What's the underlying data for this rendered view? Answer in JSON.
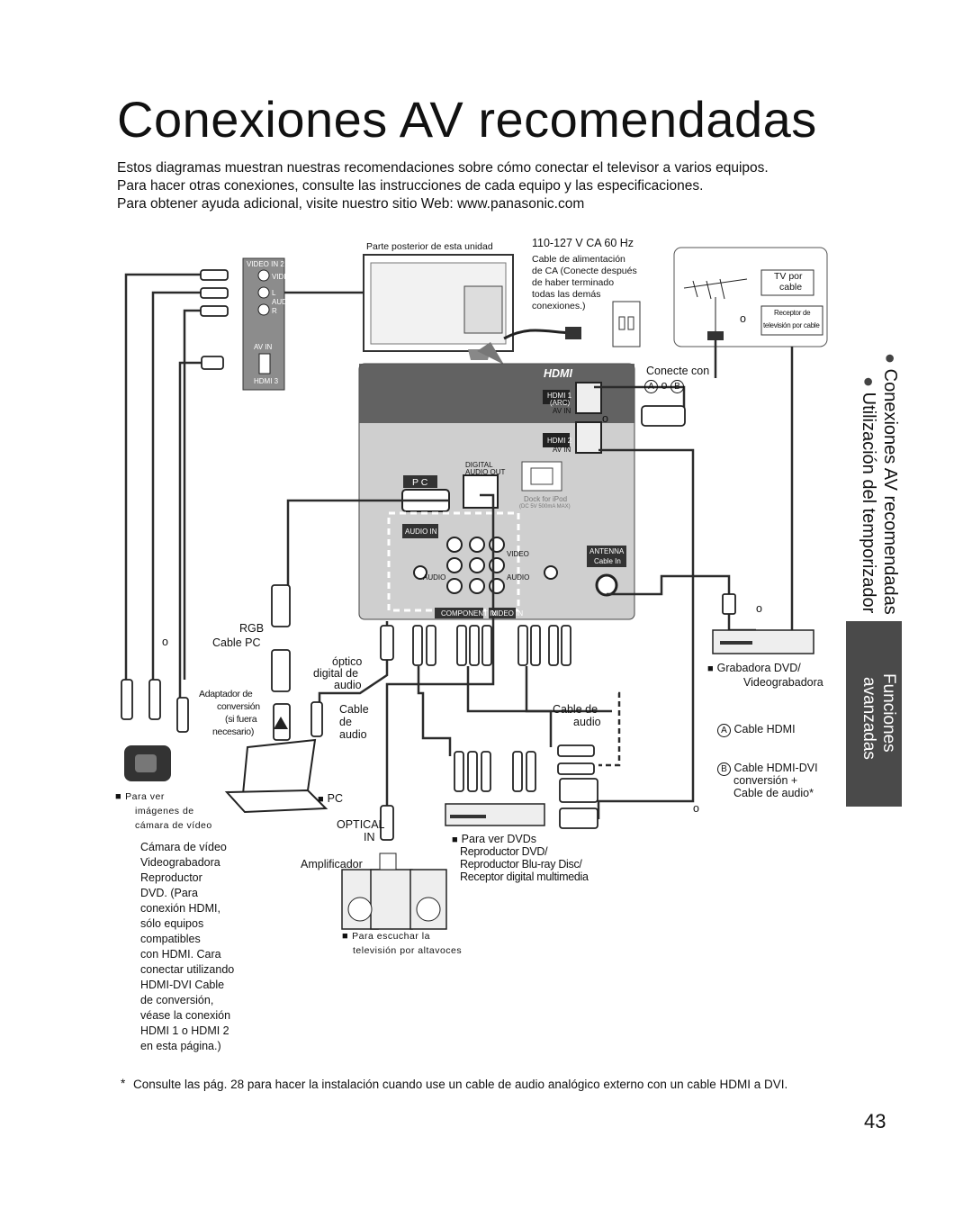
{
  "page": {
    "title": "Conexiones AV recomendadas",
    "intro": [
      "Estos diagramas muestran nuestras recomendaciones sobre cómo conectar el televisor a varios equipos.",
      "Para hacer otras conexiones, consulte las instrucciones de cada equipo y las especificaciones.",
      "Para obtener ayuda adicional, visite nuestro sitio Web: www.panasonic.com"
    ],
    "page_number": "43",
    "footnote_mark": "*",
    "footnote": "Consulte las pág. 28 para hacer la instalación cuando use un cable de audio analógico externo con un cable HDMI a DVI."
  },
  "side": {
    "item1": "Conexiones AV recomendadas",
    "item2": "Utilización del temporizador",
    "tab_line1": "Funciones",
    "tab_line2": "avanzadas"
  },
  "tv_top": {
    "rear_label": "Parte posterior de esta unidad",
    "power_spec": "110-127 V CA 60 Hz",
    "power_note": [
      "Cable de alimentación",
      "de CA (Conecte después",
      "de haber terminado",
      "todas las demás",
      "conexiones.)"
    ],
    "side_panel": [
      "VIDEO IN 2",
      "VIDEO",
      "L",
      "AUDIO",
      "R",
      "AV IN",
      "HDMI 3"
    ]
  },
  "antenna": {
    "tv_cable": [
      "TV por",
      "cable"
    ],
    "or": "o",
    "receiver": [
      "Receptor de",
      "televisión por cable"
    ]
  },
  "panel": {
    "hdmi_logo": "HDMI",
    "hdmi1": [
      "HDMI 1",
      "(ARC)",
      "AV IN"
    ],
    "hdmi2": [
      "HDMI 2",
      "AV IN"
    ],
    "digital_audio_out": [
      "DIGITAL",
      "AUDIO OUT"
    ],
    "pc": "P C",
    "dock": [
      "Dock for iPod",
      "(DC 5V 500mA MAX)"
    ],
    "audio_in": "AUDIO IN",
    "antenna": [
      "ANTENNA",
      "Cable In"
    ],
    "bottom_labels": [
      "COMPONENT IN",
      "VIDEO IN"
    ],
    "jack_labels": [
      "VIDEO",
      "AUDIO",
      "AUDIO"
    ]
  },
  "labels": {
    "connect_with": "Conecte con",
    "a": "A",
    "b": "B",
    "or": "o",
    "rgb_cable": [
      "RGB",
      "Cable PC"
    ],
    "optical": [
      "óptico",
      "digital de",
      "audio"
    ],
    "adapter": [
      "Adaptador de",
      "conversión",
      "(si fuera",
      "necesario)"
    ],
    "audio_cable_left": [
      "Cable",
      "de",
      "audio"
    ],
    "audio_cable_right": [
      "Cable de",
      "audio"
    ],
    "pc_device": "PC",
    "camera_device": [
      "Para ver",
      "imágenes de",
      "cámara de vídeo"
    ],
    "camera_desc": [
      "Cámara de vídeo",
      "Videograbadora",
      "Reproductor",
      "DVD. (Para",
      "conexión HDMI,",
      "sólo equipos",
      "compatibles",
      "con HDMI. Cara",
      "conectar utilizando",
      "HDMI-DVI Cable",
      "de conversión,",
      "véase la conexión",
      "HDMI 1 o HDMI 2",
      "en esta página.)"
    ],
    "optical_in": [
      "OPTICAL",
      "IN"
    ],
    "amplifier": "Amplificador",
    "amp_device": [
      "Para escuchar la",
      "televisión por altavoces"
    ],
    "dvd_device": [
      "Para ver DVDs",
      "Reproductor DVD/",
      "Reproductor Blu-ray Disc/",
      "Receptor digital multimedia"
    ],
    "recorder_device": [
      "Grabadora DVD/",
      "Videograbadora"
    ],
    "cable_hdmi": "Cable HDMI",
    "cable_hdmi_dvi": [
      "Cable HDMI-DVI",
      "conversión +",
      "Cable de audio*"
    ]
  },
  "colors": {
    "cable": "#2b2b2b",
    "panel": "#cfcfcf",
    "panel_dark": "#555555",
    "tab": "#4a4a4a"
  }
}
